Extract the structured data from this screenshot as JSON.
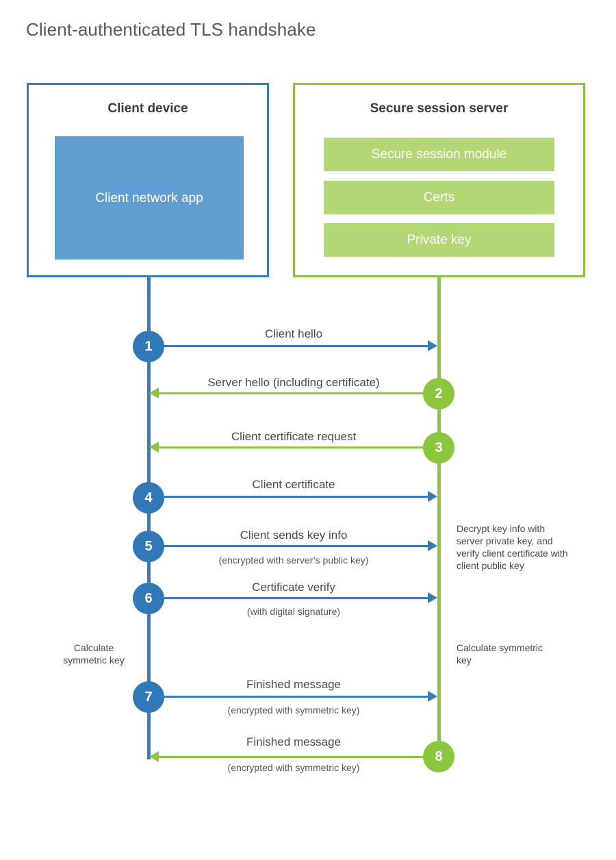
{
  "title": "Client-authenticated TLS handshake",
  "colors": {
    "blue_border": "#3a7cba",
    "blue_fill": "#629dd1",
    "blue_circle": "#3178b8",
    "green_border": "#8cc63e",
    "green_fill": "#b3d775",
    "green_circle": "#8cc63e",
    "text": "#4a4a4a",
    "title_text": "#5a5a5a",
    "background": "#ffffff"
  },
  "actors": {
    "client": {
      "title": "Client device",
      "blocks": [
        {
          "label": "Client network app"
        }
      ]
    },
    "server": {
      "title": "Secure session server",
      "blocks": [
        {
          "label": "Secure session module"
        },
        {
          "label": "Certs"
        },
        {
          "label": "Private key"
        }
      ]
    }
  },
  "steps": [
    {
      "number": "1",
      "label": "Client hello",
      "sublabel": "",
      "direction": "client-to-server",
      "color": "blue"
    },
    {
      "number": "2",
      "label": "Server hello (including certificate)",
      "sublabel": "",
      "direction": "server-to-client",
      "color": "green"
    },
    {
      "number": "3",
      "label": "Client certificate request",
      "sublabel": "",
      "direction": "server-to-client",
      "color": "green"
    },
    {
      "number": "4",
      "label": "Client certificate",
      "sublabel": "",
      "direction": "client-to-server",
      "color": "blue"
    },
    {
      "number": "5",
      "label": "Client sends key info",
      "sublabel": "(encrypted with server’s public key)",
      "direction": "client-to-server",
      "color": "blue"
    },
    {
      "number": "6",
      "label": "Certificate verify",
      "sublabel": "(with digital signature)",
      "direction": "client-to-server",
      "color": "blue"
    },
    {
      "number": "7",
      "label": "Finished message",
      "sublabel": "(encrypted with symmetric key)",
      "direction": "client-to-server",
      "color": "blue"
    },
    {
      "number": "8",
      "label": "Finished message",
      "sublabel": "(encrypted with symmetric key)",
      "direction": "server-to-client",
      "color": "green"
    }
  ],
  "annotations": {
    "decrypt_note": "Decrypt key info with server private key, and verify client certificate with client public key",
    "calculate_client": "Calculate symmetric key",
    "calculate_server": "Calculate symmetric key"
  }
}
